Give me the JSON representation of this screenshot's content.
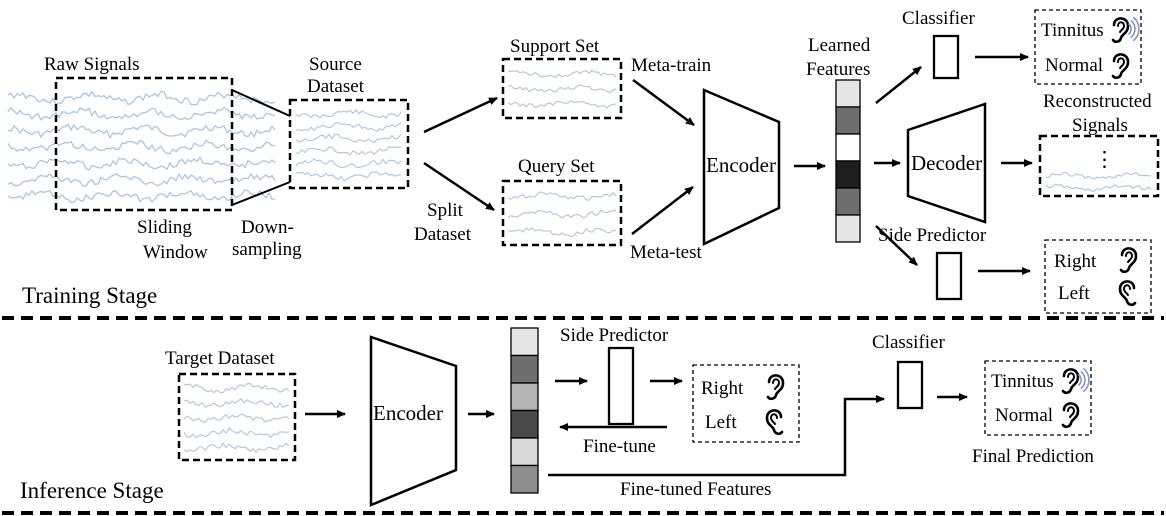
{
  "training": {
    "stage_label": "Training Stage",
    "raw_signals": "Raw Signals",
    "sliding": "Sliding",
    "window": "Window",
    "source_l1": "Source",
    "source_l2": "Dataset",
    "down_l1": "Down-",
    "down_l2": "sampling",
    "support_set": "Support Set",
    "query_set": "Query Set",
    "split_l1": "Split",
    "split_l2": "Dataset",
    "meta_train": "Meta-train",
    "meta_test": "Meta-test",
    "encoder": "Encoder",
    "learned_l1": "Learned",
    "learned_l2": "Features",
    "classifier": "Classifier",
    "tinnitus": "Tinnitus",
    "normal": "Normal",
    "recon_l1": "Reconstructed",
    "recon_l2": "Signals",
    "decoder": "Decoder",
    "ellipsis": "⋮",
    "side_predictor": "Side Predictor",
    "right": "Right",
    "left": "Left",
    "feature_shades": [
      "#e6e6e6",
      "#6e6e6e",
      "#ffffff",
      "#1e1e1e",
      "#6e6e6e",
      "#e6e6e6"
    ]
  },
  "inference": {
    "stage_label": "Inference Stage",
    "target_dataset": "Target Dataset",
    "encoder": "Encoder",
    "side_predictor": "Side Predictor",
    "right": "Right",
    "left": "Left",
    "fine_tune": "Fine-tune",
    "fine_tuned_features": "Fine-tuned Features",
    "classifier": "Classifier",
    "tinnitus": "Tinnitus",
    "normal": "Normal",
    "final_prediction": "Final Prediction",
    "feature_shades": [
      "#e6e6e6",
      "#6e6e6e",
      "#b4b4b4",
      "#4a4a4a",
      "#d8d8d8",
      "#8e8e8e"
    ]
  },
  "colors": {
    "signal": "#a9c6e0",
    "wave_icon": "#7f98c4"
  }
}
